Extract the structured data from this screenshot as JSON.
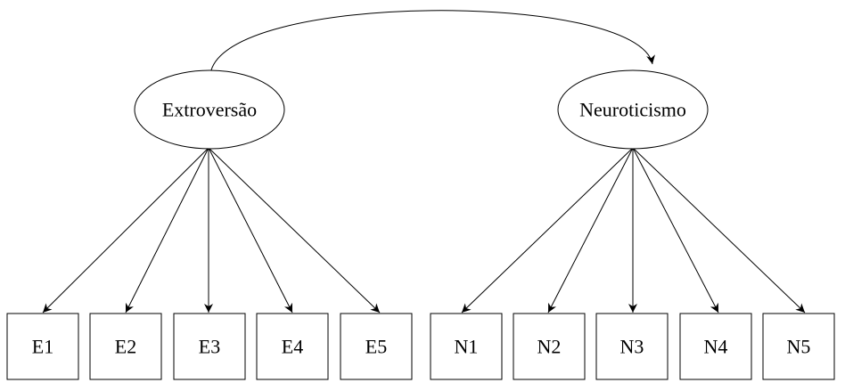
{
  "latent_factors": [
    {
      "id": "extroversao",
      "label": "Extroversão"
    },
    {
      "id": "neuroticismo",
      "label": "Neuroticismo"
    }
  ],
  "indicators": [
    {
      "id": "e1",
      "label": "E1",
      "factor": "extroversao"
    },
    {
      "id": "e2",
      "label": "E2",
      "factor": "extroversao"
    },
    {
      "id": "e3",
      "label": "E3",
      "factor": "extroversao"
    },
    {
      "id": "e4",
      "label": "E4",
      "factor": "extroversao"
    },
    {
      "id": "e5",
      "label": "E5",
      "factor": "extroversao"
    },
    {
      "id": "n1",
      "label": "N1",
      "factor": "neuroticismo"
    },
    {
      "id": "n2",
      "label": "N2",
      "factor": "neuroticismo"
    },
    {
      "id": "n3",
      "label": "N3",
      "factor": "neuroticismo"
    },
    {
      "id": "n4",
      "label": "N4",
      "factor": "neuroticismo"
    },
    {
      "id": "n5",
      "label": "N5",
      "factor": "neuroticismo"
    }
  ],
  "covariance": {
    "from": "extroversao",
    "to": "neuroticismo"
  }
}
